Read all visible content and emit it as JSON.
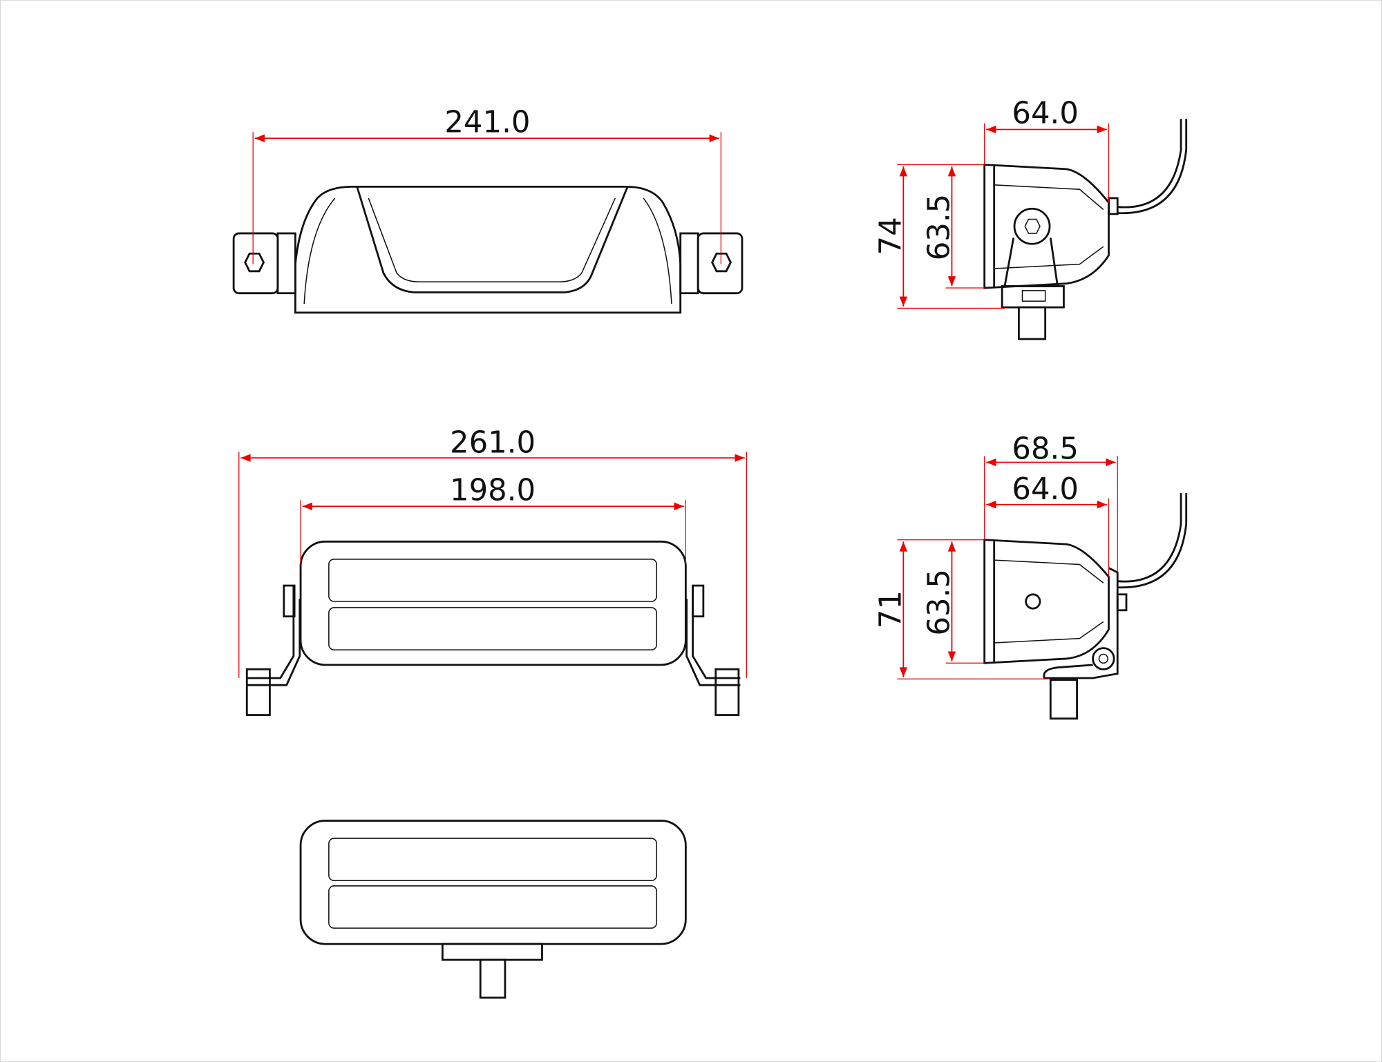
{
  "colors": {
    "dimension": "#e00000",
    "outline": "#111111"
  },
  "views": {
    "top": {
      "width_label": "241.0"
    },
    "side_top": {
      "depth_label": "64.0",
      "height_label": "74",
      "body_height_label": "63.5"
    },
    "front": {
      "overall_width_label": "261.0",
      "housing_width_label": "198.0"
    },
    "side_front": {
      "overall_depth_label": "68.5",
      "depth_label": "64.0",
      "height_label": "71",
      "body_height_label": "63.5"
    },
    "bottom": {}
  }
}
